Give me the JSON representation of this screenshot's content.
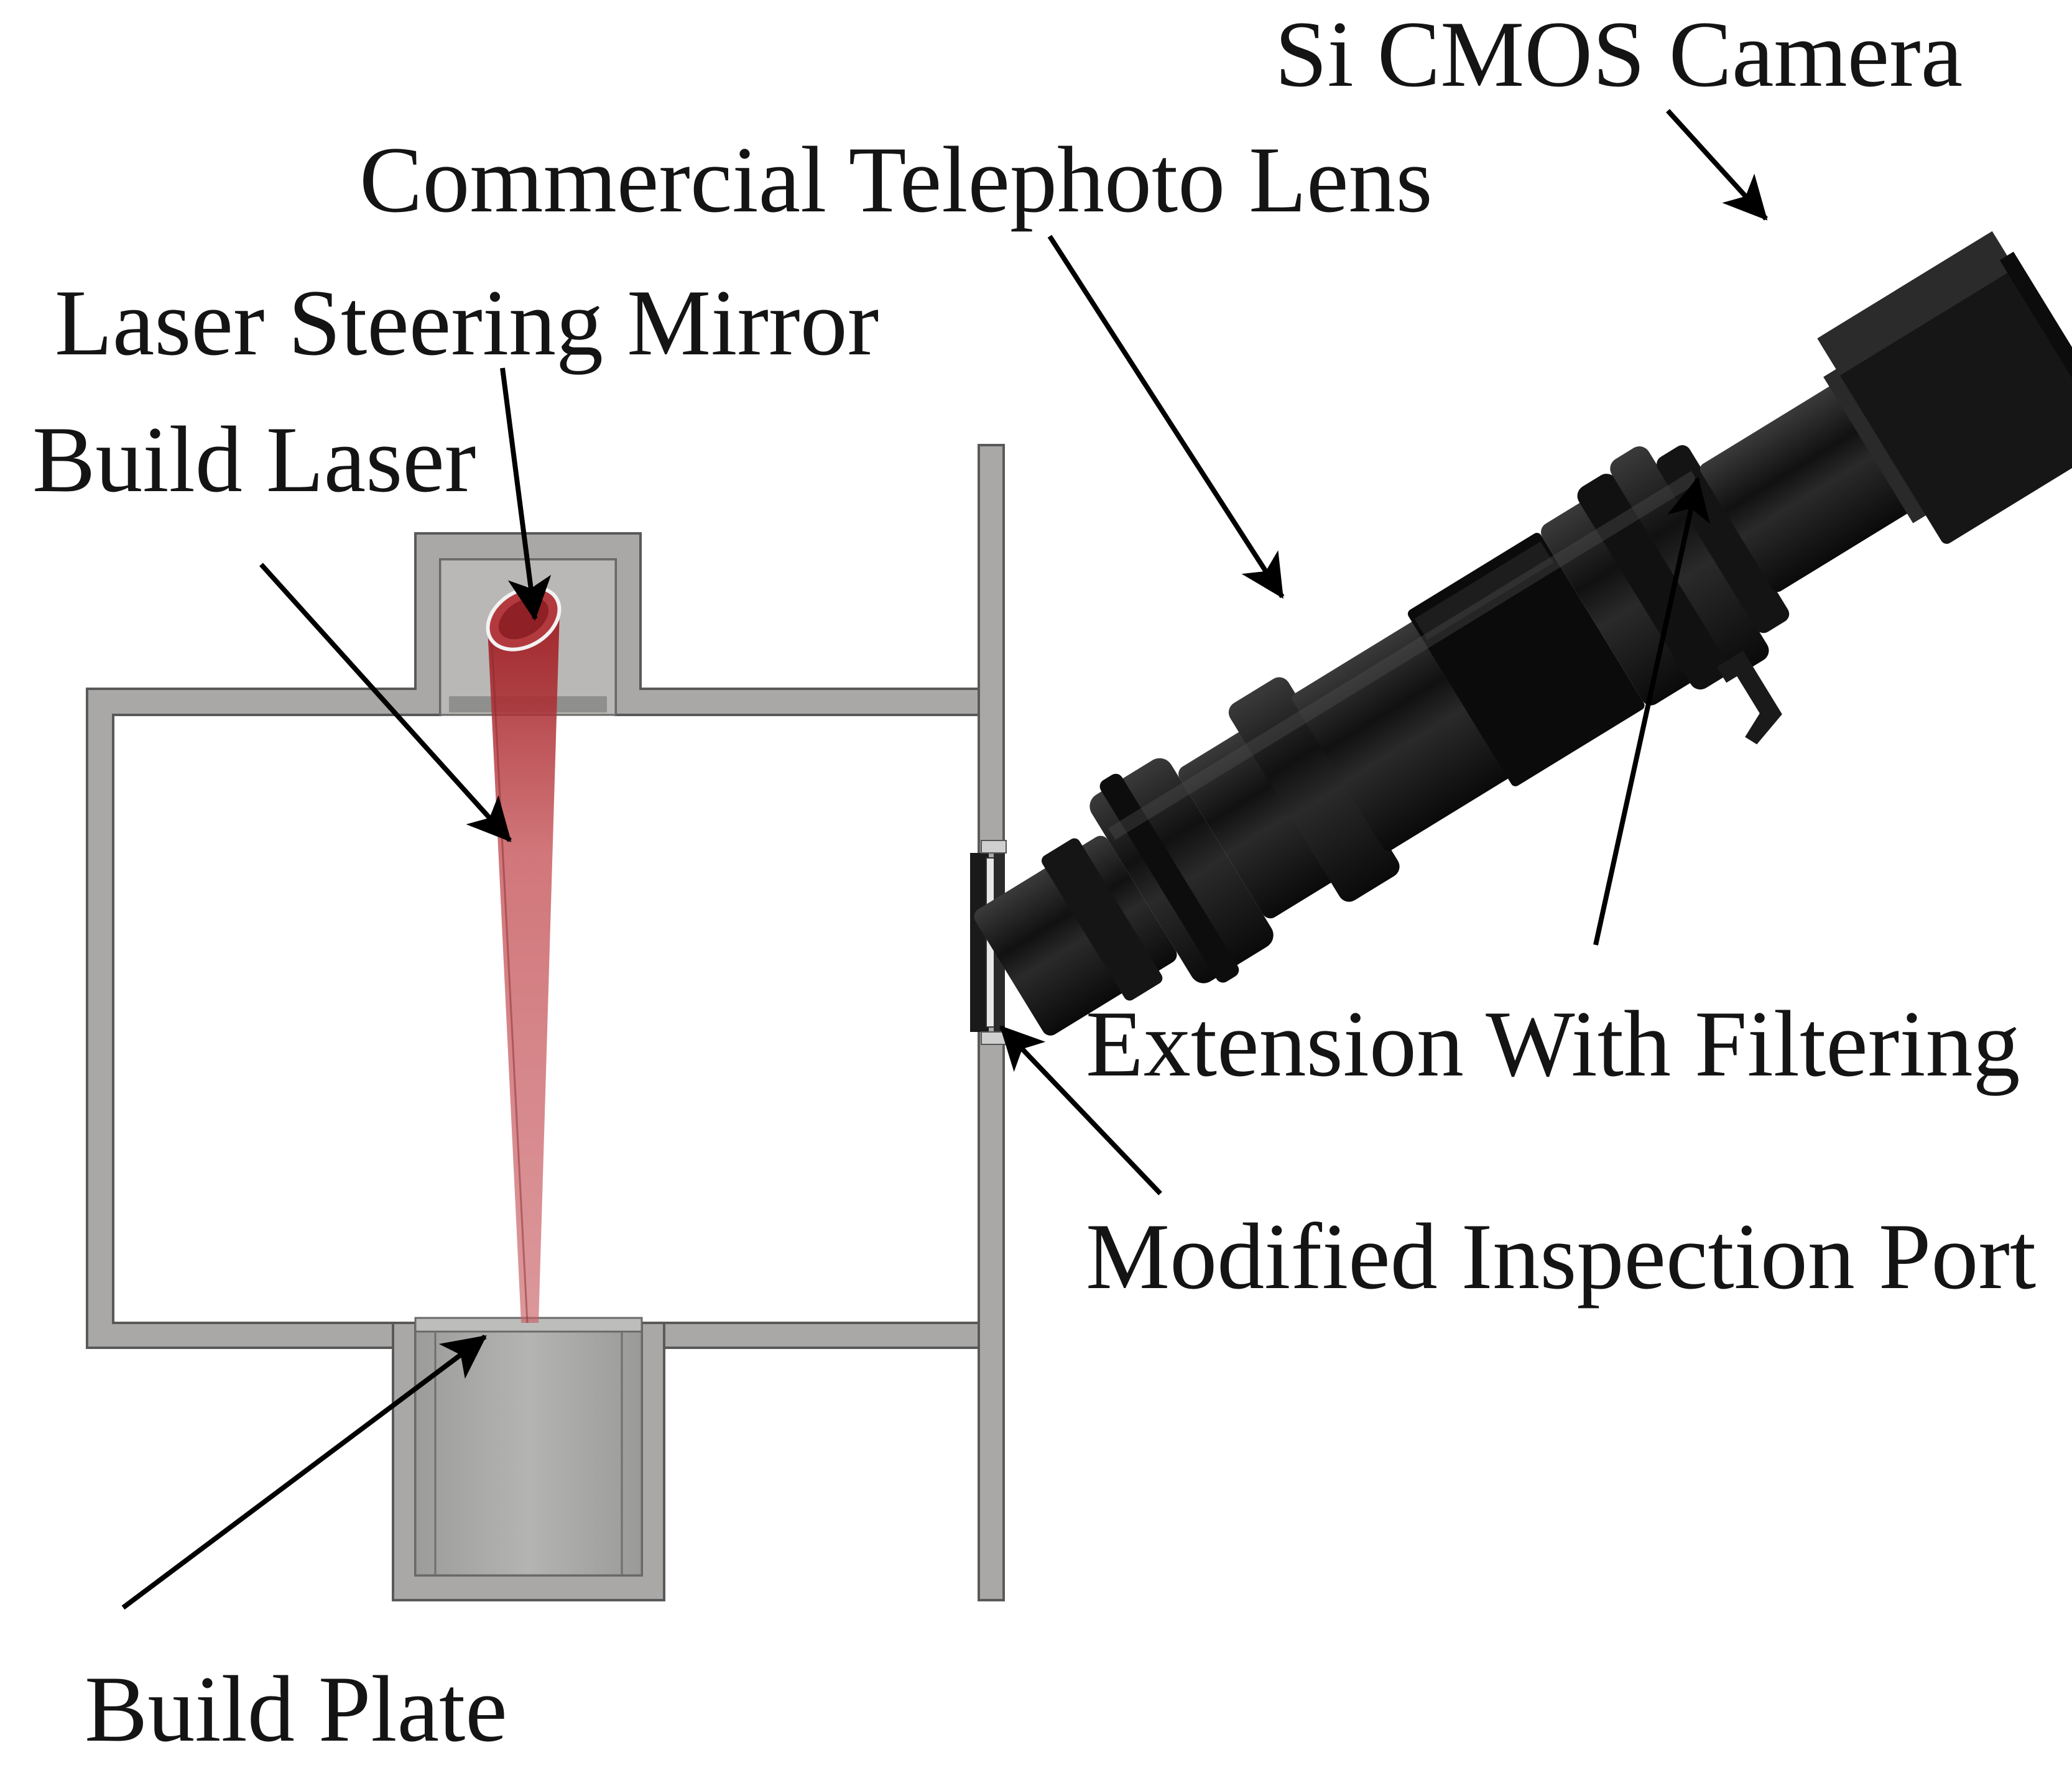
{
  "labels": {
    "camera": "Si CMOS Camera",
    "lens": "Commercial Telephoto Lens",
    "mirror": "Laser Steering Mirror",
    "laser": "Build Laser",
    "extension": "Extension With Filtering",
    "port": "Modified Inspection Port",
    "plate": "Build Plate"
  },
  "colors": {
    "wall": "#a9a8a6",
    "wall_edge": "#595959",
    "beam": "#b53a3e",
    "lens_body": "#1c1c1c",
    "text": "#141414"
  }
}
